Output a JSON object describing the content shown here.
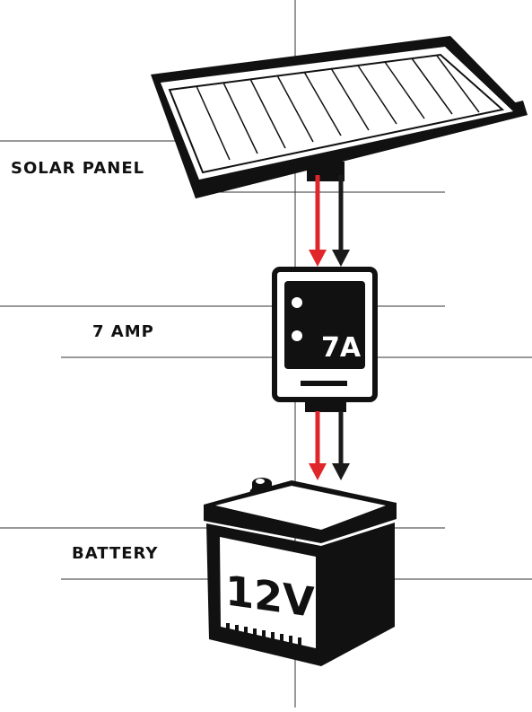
{
  "labels": {
    "solar_panel": "SOLAR PANEL",
    "controller": "7 AMP",
    "battery": "BATTERY"
  },
  "controller_display": "7A",
  "battery_display": "12V",
  "colors": {
    "positive_wire": "#e0262b",
    "negative_wire": "#1a1a1a",
    "outline": "#111111",
    "guide_line": "#333333"
  },
  "icons": [
    "solar-panel-icon",
    "charge-controller-icon",
    "battery-icon",
    "wire-arrow-icon"
  ]
}
